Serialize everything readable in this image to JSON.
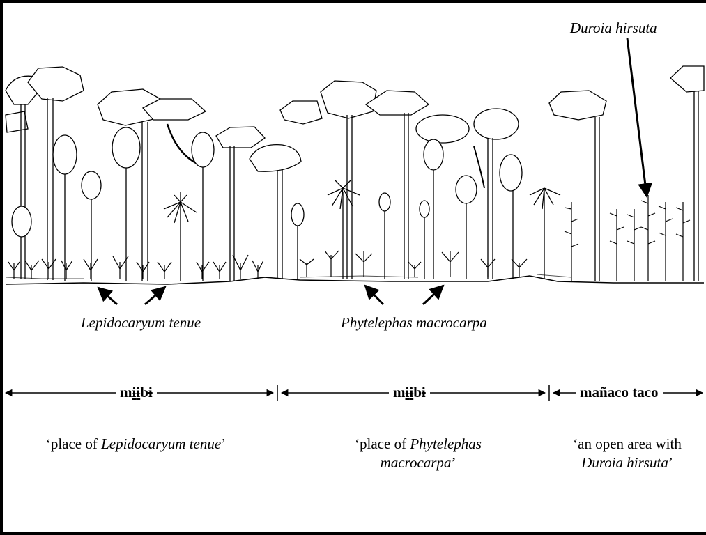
{
  "species_labels": {
    "duroia": "Duroia hirsuta",
    "lepidocaryum": "Lepidocaryum tenue",
    "phytelephas": "Phytelephas macrocarpa"
  },
  "zones": [
    {
      "name_parts": [
        "m",
        "ɨ",
        "ɨ",
        "b",
        "ɨ"
      ],
      "gloss_open": "‘place of ",
      "gloss_species": "Lepidocaryum tenue",
      "gloss_close": "’"
    },
    {
      "name_parts": [
        "m",
        "ɨ",
        "ɨ",
        "b",
        "ɨ"
      ],
      "gloss_open": "‘place of ",
      "gloss_species": "Phytelephas macrocarpa",
      "gloss_close": "’"
    },
    {
      "name": "mañaco taco",
      "gloss_open": "‘an open area with ",
      "gloss_species": "Duroia hirsuta",
      "gloss_close": "’"
    }
  ]
}
